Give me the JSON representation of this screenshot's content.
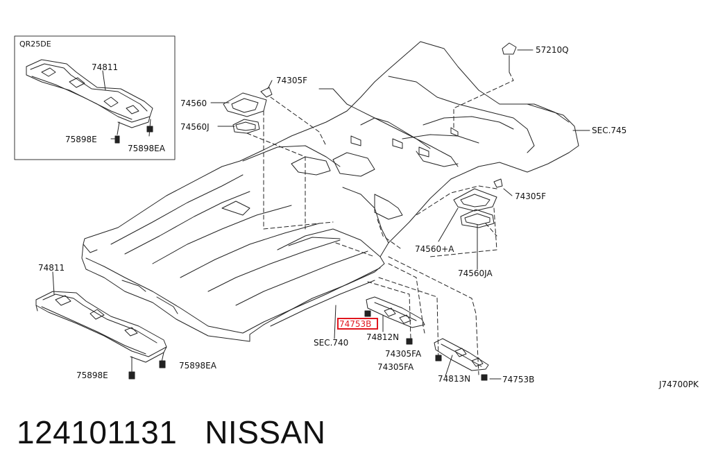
{
  "diagram": {
    "inset_title": "QR25DE",
    "labels": {
      "l74811_inset": "74811",
      "l75898e_inset": "75898E",
      "l75898ea_inset": "75898EA",
      "l74305f_top": "74305F",
      "l74560": "74560",
      "l74560j": "74560J",
      "l57210q": "57210Q",
      "lsec745": "SEC.745",
      "l74305f_right": "74305F",
      "l74560a": "74560+A",
      "l74560ja": "74560JA",
      "l74811": "74811",
      "l75898ea": "75898EA",
      "l75898e": "75898E",
      "lsec740": "SEC.740",
      "l74753b_highlight": "74753B",
      "l74812n": "74812N",
      "l74305fa_a": "74305FA",
      "l74305fa_b": "74305FA",
      "l74813n": "74813N",
      "l74753b": "74753B",
      "lcode": "J74700PK"
    },
    "highlight_color": "#e0161e"
  },
  "footer": {
    "part_number": "124101131",
    "brand": "NISSAN"
  }
}
